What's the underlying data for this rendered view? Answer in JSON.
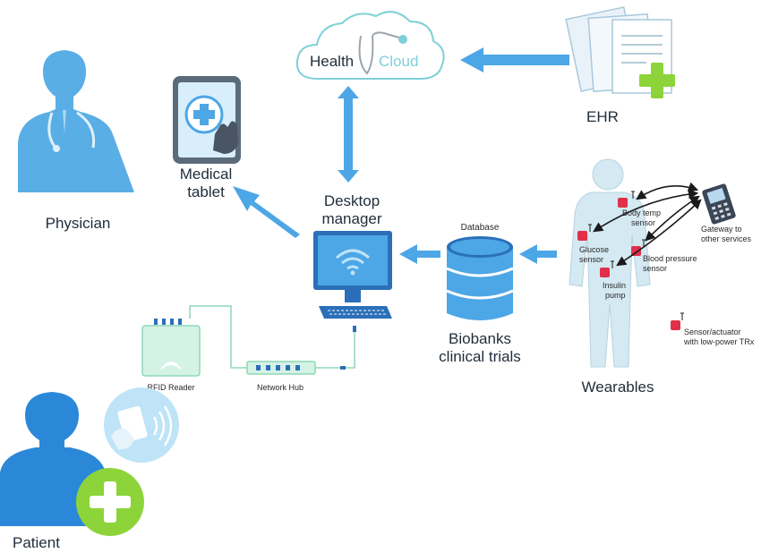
{
  "labels": {
    "health": "Health",
    "cloud": "Cloud",
    "ehr": "EHR",
    "physician": "Physician",
    "medical_tablet_line1": "Medical",
    "medical_tablet_line2": "tablet",
    "desktop_manager_line1": "Desktop",
    "desktop_manager_line2": "manager",
    "database": "Database",
    "biobanks_line1": "Biobanks",
    "biobanks_line2": "clinical trials",
    "wearables": "Wearables",
    "rfid_reader": "RFID Reader",
    "network_hub": "Network Hub",
    "patient": "Patient",
    "body_temp_line1": "Body temp",
    "body_temp_line2": "sensor",
    "glucose_line1": "Glucose",
    "glucose_line2": "sensor",
    "blood_pressure_line1": "Blood pressure",
    "blood_pressure_line2": "sensor",
    "insulin_line1": "Insulin",
    "insulin_line2": "pump",
    "gateway_line1": "Gateway to",
    "gateway_line2": "other services",
    "sensor_actuator_line1": "Sensor/actuator",
    "sensor_actuator_line2": "with low-power TRx"
  },
  "colors": {
    "arrow_blue": "#4da6e6",
    "person_blue": "#5aaee6",
    "light_blue": "#bfe3f7",
    "cloud_teal": "#7fd0d8",
    "green_plus": "#8cd43a",
    "sensor_red": "#e0304a",
    "cable_green": "#8fd7b6"
  },
  "icons": [
    "physician-icon",
    "tablet-icon",
    "cloud-icon",
    "ehr-documents-icon",
    "desktop-icon",
    "database-icon",
    "wearable-body-icon",
    "phone-gateway-icon",
    "rfid-reader-icon",
    "network-hub-icon",
    "patient-icon",
    "rfid-card-icon"
  ]
}
